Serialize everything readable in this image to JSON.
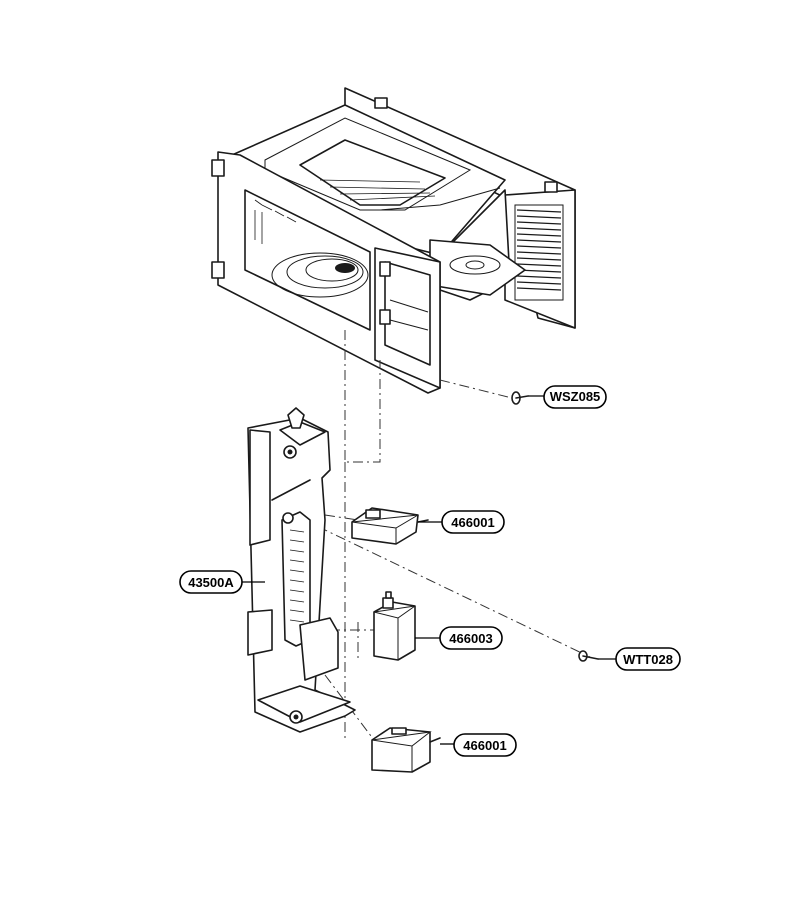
{
  "callouts": {
    "screw_top": "WSZ085",
    "switch_upper": "466001",
    "latch_board": "43500A",
    "switch_middle": "466003",
    "screw_right": "WTT028",
    "switch_lower": "466001"
  }
}
